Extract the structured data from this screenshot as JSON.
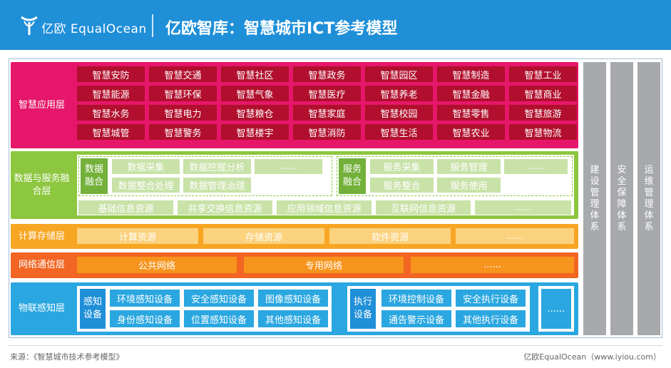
{
  "header": {
    "logo_text": "亿欧 EqualOcean",
    "title": "亿欧智库：智慧城市ICT参考模型"
  },
  "app_layer": {
    "label": "智慧应用层",
    "items": [
      "智慧安防",
      "智慧交通",
      "智慧社区",
      "智慧政务",
      "智慧园区",
      "智慧制造",
      "智慧工业",
      "智慧能源",
      "智慧环保",
      "智慧气象",
      "智慧医疗",
      "智慧养老",
      "智慧金融",
      "智慧商业",
      "智慧水务",
      "智慧电力",
      "智慧粮仓",
      "智慧家庭",
      "智慧校园",
      "智慧零售",
      "智慧旅游",
      "智慧城管",
      "智慧警务",
      "智慧楼宇",
      "智慧消防",
      "智慧生活",
      "智慧农业",
      "智慧物流"
    ]
  },
  "data_layer": {
    "label": "数据与服务融合层",
    "data_fusion": {
      "label": "数据融合",
      "items": [
        "数据采集",
        "数据挖掘分析",
        "......",
        "数据整合处理",
        "数据管理治理"
      ]
    },
    "service_fusion": {
      "label": "服务融合",
      "items": [
        "服务采集",
        "服务管理",
        "......",
        "服务整合",
        "服务使用"
      ]
    },
    "resources": [
      "基础信息资源",
      "共享交换信息资源",
      "应用领域信息资源",
      "互联网信息资源",
      "......"
    ]
  },
  "compute_layer": {
    "label": "计算存储层",
    "items": [
      "计算资源",
      "存储资源",
      "软件资源",
      "......"
    ]
  },
  "network_layer": {
    "label": "网络通信层",
    "items": [
      "公共网络",
      "专用网络",
      "......"
    ]
  },
  "iot_layer": {
    "label": "物联感知层",
    "sensing": {
      "label": "感知设备",
      "items": [
        "环境感知设备",
        "安全感知设备",
        "图像感知设备",
        "身份感知设备",
        "位置感知设备",
        "其他感知设备"
      ]
    },
    "execution": {
      "label": "执行设备",
      "items": [
        "环境控制设备",
        "安全执行设备",
        "通告警示设备",
        "其他执行设备"
      ]
    },
    "more": "......"
  },
  "side_columns": [
    "建设管理体系",
    "安全保障体系",
    "运维管理体系"
  ],
  "footer": {
    "source": "来源：《智慧城市技术参考模型》",
    "brand": "亿欧EqualOcean（www.iyiou.com）"
  },
  "colors": {
    "header": "#1f8fd8",
    "app_layer": "#e6176a",
    "app_cell": "#b10f2d",
    "data_layer": "#8dc63f",
    "compute_layer": "#f7a623",
    "network_layer": "#f26522",
    "iot_layer": "#2aa7e0",
    "side_column": "#a7a9ac"
  }
}
